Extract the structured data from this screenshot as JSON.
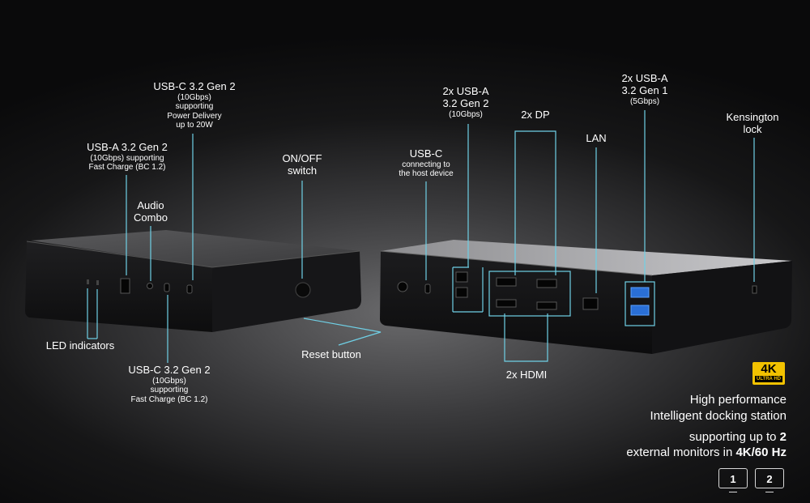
{
  "callouts": {
    "usbc_pd": {
      "title": "USB-C 3.2 Gen 2",
      "detail": [
        "(10Gbps)",
        "supporting",
        "Power Delivery",
        "up to 20W"
      ]
    },
    "usba_front": {
      "title": "USB-A 3.2 Gen 2",
      "detail": [
        "(10Gbps) supporting",
        "Fast Charge (BC 1.2)"
      ]
    },
    "audio": {
      "title": [
        "Audio",
        "Combo"
      ]
    },
    "onoff": {
      "title": [
        "ON/OFF",
        "switch"
      ]
    },
    "led": {
      "title": "LED indicators"
    },
    "usbc_front": {
      "title": "USB-C 3.2 Gen 2",
      "detail": [
        "(10Gbps)",
        "supporting",
        "Fast Charge (BC 1.2)"
      ]
    },
    "reset": {
      "title": "Reset button"
    },
    "usbc_host": {
      "title": "USB-C",
      "detail": [
        "connecting to",
        "the host device"
      ]
    },
    "usba_gen2": {
      "title": [
        "2x USB-A",
        "3.2 Gen 2"
      ],
      "detail": [
        "(10Gbps)"
      ]
    },
    "dp": {
      "title": "2x DP"
    },
    "lan": {
      "title": "LAN"
    },
    "usba_gen1": {
      "title": [
        "2x USB-A",
        "3.2 Gen 1"
      ],
      "detail": [
        "(5Gbps)"
      ]
    },
    "kensington": {
      "title": [
        "Kensington",
        "lock"
      ]
    },
    "hdmi": {
      "title": "2x HDMI"
    }
  },
  "badge": {
    "main": "4K",
    "sub": "ULTRA HD"
  },
  "feature_text": {
    "line1": "High performance",
    "line2": "Intelligent docking station",
    "line3_prefix": "supporting up to ",
    "line3_bold": "2",
    "line4_prefix": "external monitors in ",
    "line4_bold": "4K/60 Hz"
  },
  "monitors": [
    "1",
    "2"
  ],
  "accent_color": "#6fd0e6"
}
